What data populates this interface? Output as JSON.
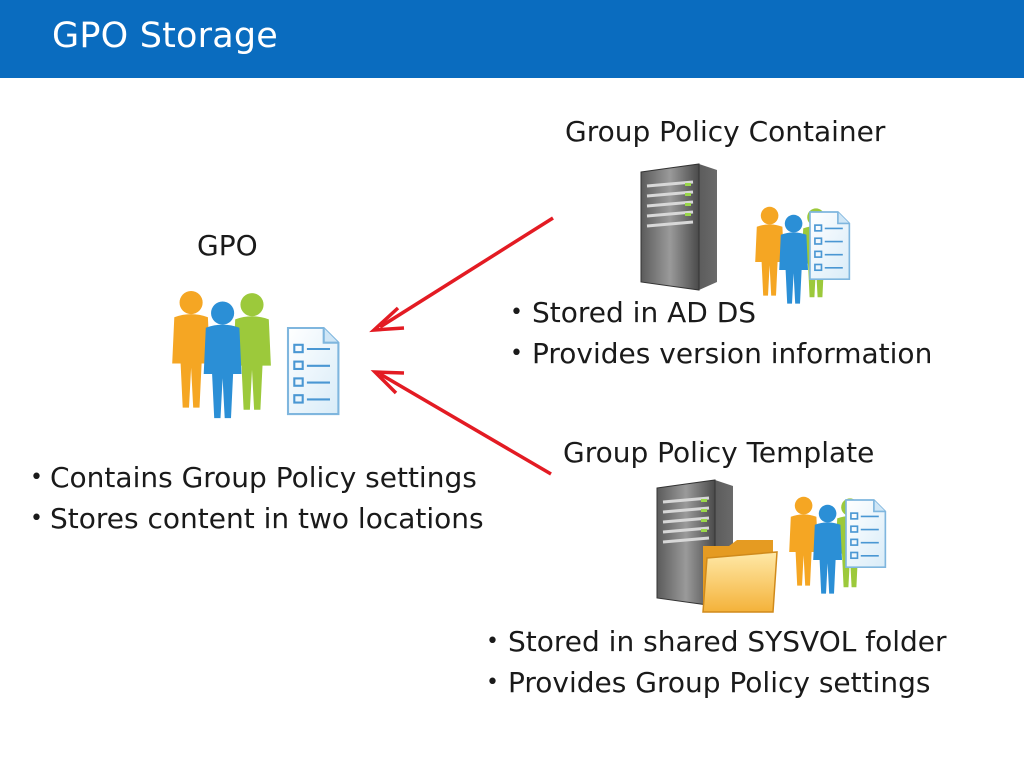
{
  "title": "GPO Storage",
  "gpo": {
    "label": "GPO",
    "bullets": [
      "Contains Group Policy settings",
      "Stores content in two locations"
    ]
  },
  "gpc": {
    "label": "Group Policy Container",
    "bullets": [
      "Stored in AD DS",
      "Provides version information"
    ]
  },
  "gpt": {
    "label": "Group Policy Template",
    "bullets": [
      "Stored in shared SYSVOL folder",
      "Provides Group Policy settings"
    ]
  },
  "colors": {
    "header": "#0a6cbf",
    "arrow": "#e31b23",
    "person_orange": "#f5a623",
    "person_blue": "#2b8fd6",
    "person_green": "#9cc93b"
  },
  "icons": [
    "users-icon",
    "document-icon",
    "server-icon",
    "folder-icon",
    "arrow"
  ]
}
